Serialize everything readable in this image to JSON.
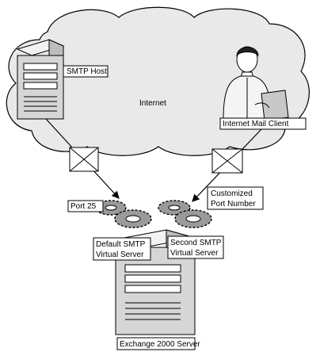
{
  "nodes": {
    "cloud": {
      "label": "Internet"
    },
    "smtp_host": {
      "label": "SMTP Host"
    },
    "mail_client": {
      "label": "Internet Mail Client"
    },
    "port_25": {
      "label": "Port 25"
    },
    "custom_port": {
      "label_line1": "Customized",
      "label_line2": "Port Number"
    },
    "default_vs": {
      "label_line1": "Default SMTP",
      "label_line2": "Virtual Server"
    },
    "second_vs": {
      "label_line1": "Second SMTP",
      "label_line2": "Virtual Server"
    },
    "exchange": {
      "label": "Exchange 2000 Server"
    }
  },
  "colors": {
    "cloud_fill": "#e9e9e9",
    "outline": "#000000",
    "server_fill": "#d6d6d6",
    "gear_fill": "#9a9a9a"
  },
  "icons": [
    "cloud-icon",
    "server-icon",
    "person-icon",
    "envelope-icon",
    "gear-icon"
  ]
}
